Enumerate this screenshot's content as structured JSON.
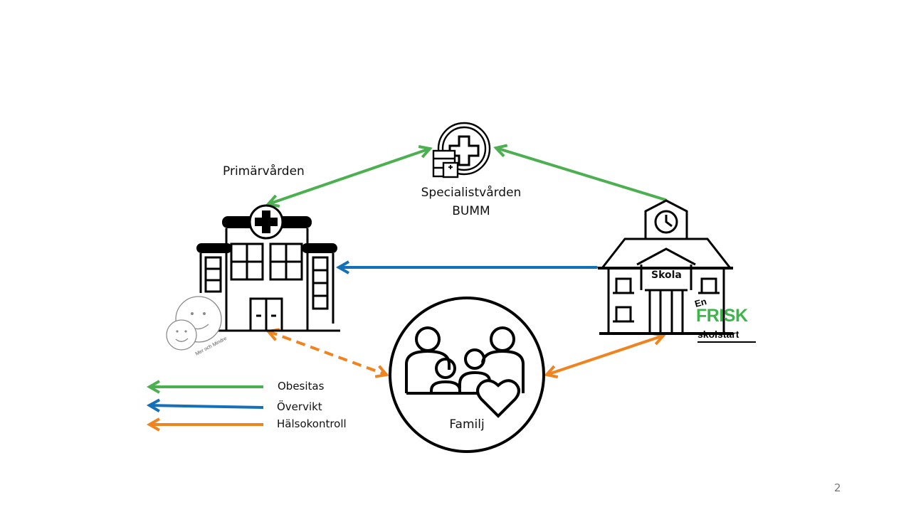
{
  "nodes": {
    "primary_care": {
      "label": "Primärvården"
    },
    "specialist": {
      "label_line1": "Specialistvården",
      "label_line2": "BUMM"
    },
    "school": {
      "label": "Skola"
    },
    "family": {
      "label": "Familj"
    }
  },
  "logos": {
    "frisk": {
      "line1": "En",
      "line2": "FRISK",
      "line3": "skolstart"
    },
    "mer_och_mindre": {
      "text": "Mer och Mindre"
    }
  },
  "legend": [
    {
      "label": "Obesitas",
      "color": "#4CAF50"
    },
    {
      "label": "Övervikt",
      "color": "#1670B8"
    },
    {
      "label": "Hälsokontroll",
      "color": "#F0831E"
    }
  ],
  "colors": {
    "green": "#4CAF50",
    "blue": "#1670B8",
    "orange": "#F0831E"
  },
  "page_number": "2"
}
